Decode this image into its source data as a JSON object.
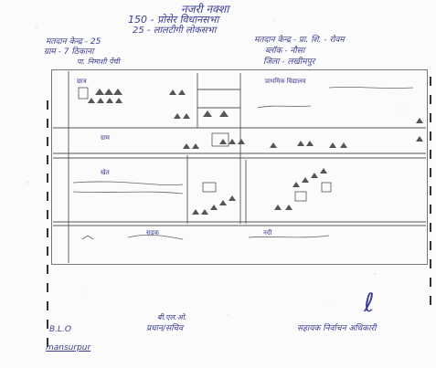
{
  "document": {
    "header": {
      "heading": "नजरी नक्शा",
      "line2": "150 - प्रोसेर विधानसभा",
      "line3": "25 - लालटीगी लोकसभा"
    },
    "info": {
      "left_1": "मतदान केन्द्र - 25",
      "left_2": "ग्राम - 7 ठिकाना",
      "left_3": "पा. निमाशी पेंची",
      "right_1": "मतदान केन्द्र - प्रा. शि. - रोवम",
      "right_2": "ब्लॉक - नौसा",
      "right_3": "जिला - लखीमपुर"
    },
    "sketch": {
      "top_left_note": "छात्र",
      "top_right_note": "प्राथमिक विद्यालय",
      "mid_caption": "ग्राम",
      "lower_caption": "खेत",
      "lower_road": "सड़क",
      "bottom_right_note": "नदी"
    },
    "footer": {
      "signature_mark": "ℓ",
      "designation": "बी.एल.ओ.",
      "left_label": "B.L.O",
      "center_label": "प्रधान/सचिव",
      "right_label": "सहायक निर्वाचन अधिकारी",
      "bottom_scrawl": "mansurpur"
    }
  }
}
